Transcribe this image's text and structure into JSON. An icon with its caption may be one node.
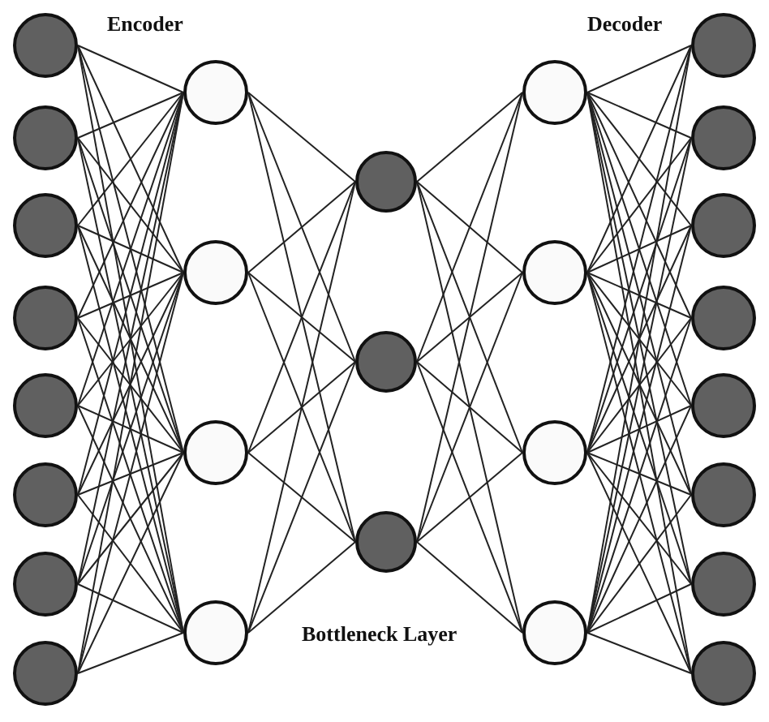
{
  "diagram": {
    "nodes": [
      {
        "text": [],
        "shape": "circle"
      },
      {
        "text": [],
        "shape": "circle"
      },
      {
        "text": [],
        "shape": "circle"
      },
      {
        "text": [],
        "shape": "circle"
      },
      {
        "text": [],
        "shape": "circle"
      },
      {
        "text": [],
        "shape": "circle"
      },
      {
        "text": [],
        "shape": "circle"
      },
      {
        "text": [],
        "shape": "circle"
      },
      {
        "text": [],
        "shape": "circle"
      },
      {
        "text": [],
        "shape": "circle"
      },
      {
        "text": [],
        "shape": "circle"
      },
      {
        "text": [],
        "shape": "circle"
      },
      {
        "text": [],
        "shape": "circle"
      },
      {
        "text": [],
        "shape": "circle"
      },
      {
        "text": [],
        "shape": "circle"
      },
      {
        "text": [],
        "shape": "circle"
      },
      {
        "text": [],
        "shape": "circle"
      },
      {
        "text": [],
        "shape": "circle"
      },
      {
        "text": [],
        "shape": "circle"
      },
      {
        "text": [],
        "shape": "circle"
      },
      {
        "text": [],
        "shape": "circle"
      },
      {
        "text": [],
        "shape": "circle"
      },
      {
        "text": [],
        "shape": "circle"
      },
      {
        "text": [],
        "shape": "circle"
      },
      {
        "text": [],
        "shape": "circle"
      },
      {
        "text": [],
        "shape": "circle"
      },
      {
        "text": [],
        "shape": "circle"
      }
    ],
    "edges": [
      {
        "from": 0,
        "to": 8,
        "arrow": "none"
      },
      {
        "from": 0,
        "to": 9,
        "arrow": "none"
      },
      {
        "from": 0,
        "to": 10,
        "arrow": "none"
      },
      {
        "from": 0,
        "to": 11,
        "arrow": "none"
      },
      {
        "from": 1,
        "to": 8,
        "arrow": "none"
      },
      {
        "from": 1,
        "to": 9,
        "arrow": "none"
      },
      {
        "from": 1,
        "to": 10,
        "arrow": "none"
      },
      {
        "from": 1,
        "to": 11,
        "arrow": "none"
      },
      {
        "from": 2,
        "to": 8,
        "arrow": "none"
      },
      {
        "from": 2,
        "to": 9,
        "arrow": "none"
      },
      {
        "from": 2,
        "to": 10,
        "arrow": "none"
      },
      {
        "from": 2,
        "to": 11,
        "arrow": "none"
      },
      {
        "from": 3,
        "to": 8,
        "arrow": "none"
      },
      {
        "from": 3,
        "to": 9,
        "arrow": "none"
      },
      {
        "from": 3,
        "to": 10,
        "arrow": "none"
      },
      {
        "from": 3,
        "to": 11,
        "arrow": "none"
      },
      {
        "from": 4,
        "to": 8,
        "arrow": "none"
      },
      {
        "from": 4,
        "to": 9,
        "arrow": "none"
      },
      {
        "from": 4,
        "to": 10,
        "arrow": "none"
      },
      {
        "from": 4,
        "to": 11,
        "arrow": "none"
      },
      {
        "from": 5,
        "to": 8,
        "arrow": "none"
      },
      {
        "from": 5,
        "to": 9,
        "arrow": "none"
      },
      {
        "from": 5,
        "to": 10,
        "arrow": "none"
      },
      {
        "from": 5,
        "to": 11,
        "arrow": "none"
      },
      {
        "from": 6,
        "to": 8,
        "arrow": "none"
      },
      {
        "from": 6,
        "to": 9,
        "arrow": "none"
      },
      {
        "from": 6,
        "to": 10,
        "arrow": "none"
      },
      {
        "from": 6,
        "to": 11,
        "arrow": "none"
      },
      {
        "from": 7,
        "to": 8,
        "arrow": "none"
      },
      {
        "from": 7,
        "to": 9,
        "arrow": "none"
      },
      {
        "from": 7,
        "to": 10,
        "arrow": "none"
      },
      {
        "from": 7,
        "to": 11,
        "arrow": "none"
      },
      {
        "from": 8,
        "to": 12,
        "arrow": "none"
      },
      {
        "from": 8,
        "to": 13,
        "arrow": "none"
      },
      {
        "from": 8,
        "to": 14,
        "arrow": "none"
      },
      {
        "from": 9,
        "to": 12,
        "arrow": "none"
      },
      {
        "from": 9,
        "to": 13,
        "arrow": "none"
      },
      {
        "from": 9,
        "to": 14,
        "arrow": "none"
      },
      {
        "from": 10,
        "to": 12,
        "arrow": "none"
      },
      {
        "from": 10,
        "to": 13,
        "arrow": "none"
      },
      {
        "from": 10,
        "to": 14,
        "arrow": "none"
      },
      {
        "from": 11,
        "to": 12,
        "arrow": "none"
      },
      {
        "from": 11,
        "to": 13,
        "arrow": "none"
      },
      {
        "from": 11,
        "to": 14,
        "arrow": "none"
      },
      {
        "from": 12,
        "to": 15,
        "arrow": "none"
      },
      {
        "from": 12,
        "to": 16,
        "arrow": "none"
      },
      {
        "from": 12,
        "to": 17,
        "arrow": "none"
      },
      {
        "from": 12,
        "to": 18,
        "arrow": "none"
      },
      {
        "from": 13,
        "to": 15,
        "arrow": "none"
      },
      {
        "from": 13,
        "to": 16,
        "arrow": "none"
      },
      {
        "from": 13,
        "to": 17,
        "arrow": "none"
      },
      {
        "from": 13,
        "to": 18,
        "arrow": "none"
      },
      {
        "from": 14,
        "to": 15,
        "arrow": "none"
      },
      {
        "from": 14,
        "to": 16,
        "arrow": "none"
      },
      {
        "from": 14,
        "to": 17,
        "arrow": "none"
      },
      {
        "from": 14,
        "to": 18,
        "arrow": "none"
      },
      {
        "from": 15,
        "to": 19,
        "arrow": "none"
      },
      {
        "from": 15,
        "to": 20,
        "arrow": "none"
      },
      {
        "from": 15,
        "to": 21,
        "arrow": "none"
      },
      {
        "from": 15,
        "to": 22,
        "arrow": "none"
      },
      {
        "from": 15,
        "to": 23,
        "arrow": "none"
      },
      {
        "from": 15,
        "to": 24,
        "arrow": "none"
      },
      {
        "from": 15,
        "to": 25,
        "arrow": "none"
      },
      {
        "from": 15,
        "to": 26,
        "arrow": "none"
      },
      {
        "from": 16,
        "to": 19,
        "arrow": "none"
      },
      {
        "from": 16,
        "to": 20,
        "arrow": "none"
      },
      {
        "from": 16,
        "to": 21,
        "arrow": "none"
      },
      {
        "from": 16,
        "to": 22,
        "arrow": "none"
      },
      {
        "from": 16,
        "to": 23,
        "arrow": "none"
      },
      {
        "from": 16,
        "to": 24,
        "arrow": "none"
      },
      {
        "from": 16,
        "to": 25,
        "arrow": "none"
      },
      {
        "from": 16,
        "to": 26,
        "arrow": "none"
      },
      {
        "from": 17,
        "to": 19,
        "arrow": "none"
      },
      {
        "from": 17,
        "to": 20,
        "arrow": "none"
      },
      {
        "from": 17,
        "to": 21,
        "arrow": "none"
      },
      {
        "from": 17,
        "to": 22,
        "arrow": "none"
      },
      {
        "from": 17,
        "to": 23,
        "arrow": "none"
      },
      {
        "from": 17,
        "to": 24,
        "arrow": "none"
      },
      {
        "from": 17,
        "to": 25,
        "arrow": "none"
      },
      {
        "from": 17,
        "to": 26,
        "arrow": "none"
      },
      {
        "from": 18,
        "to": 19,
        "arrow": "none"
      },
      {
        "from": 18,
        "to": 20,
        "arrow": "none"
      },
      {
        "from": 18,
        "to": 21,
        "arrow": "none"
      },
      {
        "from": 18,
        "to": 22,
        "arrow": "none"
      },
      {
        "from": 18,
        "to": 23,
        "arrow": "none"
      },
      {
        "from": 18,
        "to": 24,
        "arrow": "none"
      },
      {
        "from": 18,
        "to": 25,
        "arrow": "none"
      },
      {
        "from": 18,
        "to": 26,
        "arrow": "none"
      }
    ],
    "labels": [
      "Encoder",
      "Decoder",
      "Bottleneck Layer"
    ]
  }
}
